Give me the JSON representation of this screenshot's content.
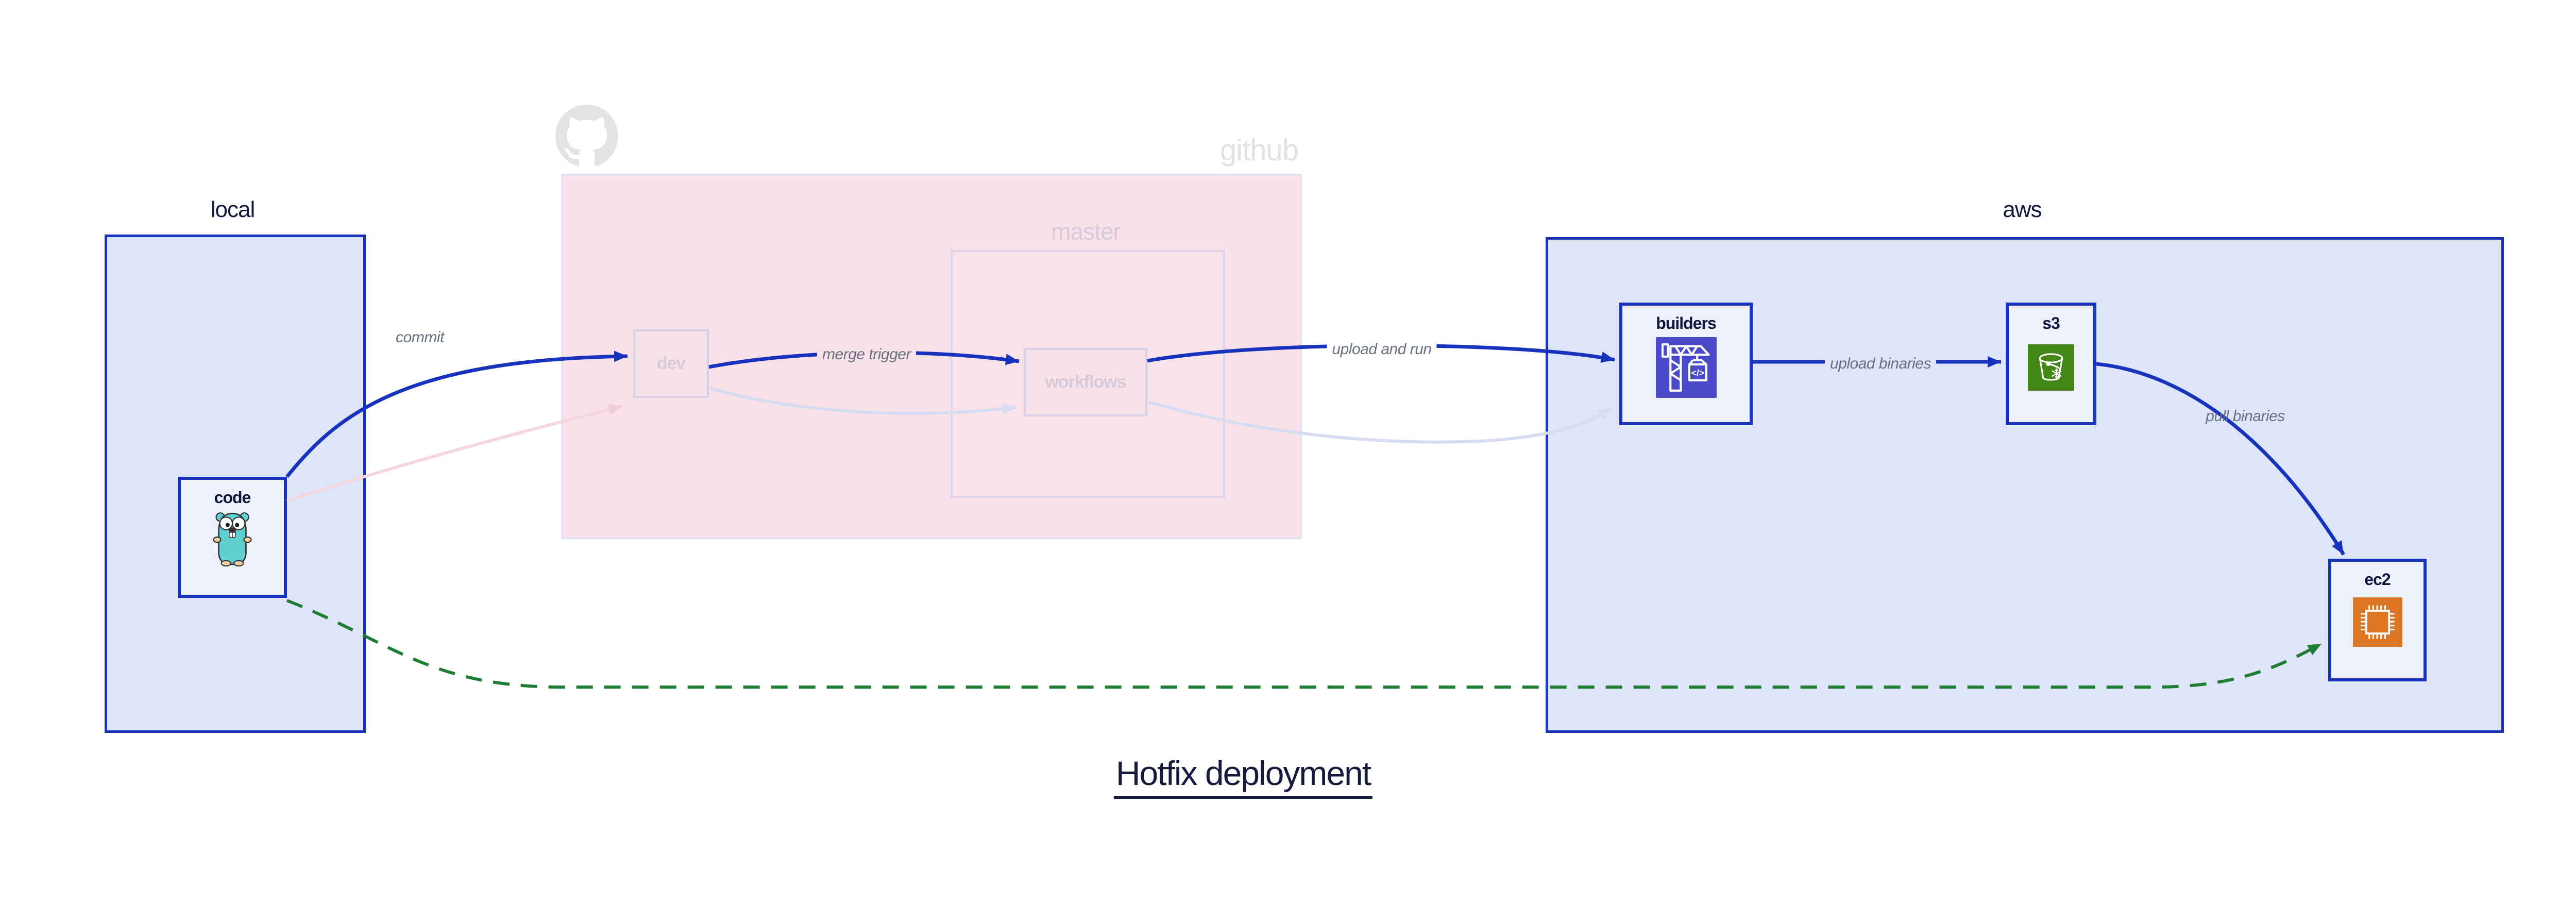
{
  "title": {
    "text": "Hotfix deployment"
  },
  "containers": {
    "local": {
      "label": "local"
    },
    "github": {
      "label": "github",
      "master": {
        "label": "master"
      }
    },
    "aws": {
      "label": "aws"
    }
  },
  "nodes": {
    "code": {
      "label": "code",
      "icon": "go-gopher-icon"
    },
    "dev": {
      "label": "dev"
    },
    "workflows": {
      "label": "workflows"
    },
    "builders": {
      "label": "builders",
      "icon": "codebuild-crane-icon"
    },
    "s3": {
      "label": "s3",
      "icon": "s3-bucket-icon"
    },
    "ec2": {
      "label": "ec2",
      "icon": "ec2-chip-icon"
    }
  },
  "edges": [
    {
      "id": "commit",
      "label": "commit",
      "from": "code",
      "to": "dev",
      "style": "solid-blue"
    },
    {
      "id": "merge-trigger",
      "label": "merge trigger",
      "from": "dev",
      "to": "workflows",
      "style": "solid-blue"
    },
    {
      "id": "upload-and-run",
      "label": "upload and run",
      "from": "workflows",
      "to": "builders",
      "style": "solid-blue"
    },
    {
      "id": "upload-binaries",
      "label": "upload binaries",
      "from": "builders",
      "to": "s3",
      "style": "solid-blue"
    },
    {
      "id": "pull-binaries",
      "label": "pull binaries",
      "from": "s3",
      "to": "ec2",
      "style": "solid-blue"
    },
    {
      "id": "hotfix-shortcut",
      "label": "",
      "from": "code",
      "to": "ec2",
      "style": "dashed-green"
    },
    {
      "id": "code-dev-faded",
      "label": "",
      "from": "code",
      "to": "dev",
      "style": "faded-pink"
    },
    {
      "id": "dev-workflows-faded",
      "label": "",
      "from": "dev",
      "to": "workflows",
      "style": "faded-lavender"
    },
    {
      "id": "workflows-builders-faded",
      "label": "",
      "from": "workflows",
      "to": "builders",
      "style": "faded-lavender"
    }
  ],
  "colors": {
    "accent_blue": "#1733bd",
    "container_fill_blue": "#dfe5f8",
    "node_fill": "#edf1fb",
    "navy_text": "#11173c",
    "edge_label_gray": "#697082",
    "github_fill_pink": "#f8e1e8",
    "faded_border": "#d9d0e8",
    "faded_text": "#d6cad8",
    "github_gray": "#e2e2e2",
    "faded_lavender_edge": "#d7dcf2",
    "faded_pink_edge": "#f3d6e0",
    "green_dashed": "#1e7d32",
    "builders_icon_bg": "#4a49c9",
    "s3_icon_bg": "#428618",
    "ec2_icon_bg": "#dc7623",
    "gopher_teal": "#5fd0cf"
  }
}
